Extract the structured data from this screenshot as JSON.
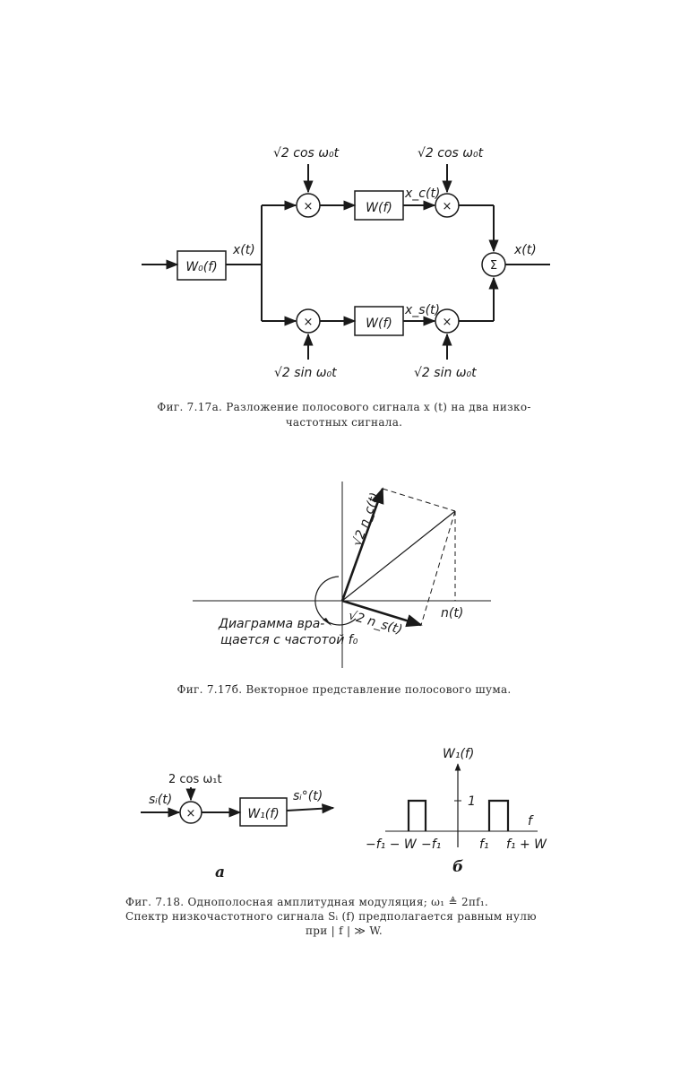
{
  "fig_a": {
    "ref_top_left": "√2 cos ω₀t",
    "ref_top_right": "√2 cos ω₀t",
    "ref_bot_left": "√2 sin ω₀t",
    "ref_bot_right": "√2 sin ω₀t",
    "input_filter": "W₀(f)",
    "filter_top": "W(f)",
    "filter_bot": "W(f)",
    "mult": "×",
    "sum": "Σ",
    "sig_in": "x(t)",
    "sig_out": "x(t)",
    "sig_c": "x_c(t)",
    "sig_s": "x_s(t)",
    "caption_1": "Фиг.  7.17а.  Разложение  полосового  сигнала  x (t)  на  два  низко-",
    "caption_2": "частотных  сигнала."
  },
  "fig_b": {
    "vec_c": "√2 n_c(t)",
    "vec_s": "√2 n_s(t)",
    "vec_n": "n(t)",
    "rot_1": "Диаграмма  вра-",
    "rot_2": "щается с частотой  f₀",
    "caption": "Фиг.  7.17б. Векторное представление полосового шума."
  },
  "fig_c": {
    "ref": "2 cos ω₁t",
    "mult": "×",
    "filter": "W₁(f)",
    "sig_in": "sᵢ(t)",
    "sig_out": "sᵢ°(t)",
    "label_a": "а",
    "label_b": "б",
    "axis_y": "W₁(f)",
    "axis_x": "f",
    "tick_1": "1",
    "tick_neg_fw": "−f₁ − W",
    "tick_neg_f": "−f₁",
    "tick_f": "f₁",
    "tick_fw": "f₁ + W",
    "caption_1": "Фиг.  7.18.  Однополосная амплитудная модуляция;  ω₁ ≜ 2πf₁.",
    "caption_2": "Спектр низкочастотного сигнала  Sᵢ (f)  предполагается равным нулю",
    "caption_3": "при | f | ≫ W."
  }
}
